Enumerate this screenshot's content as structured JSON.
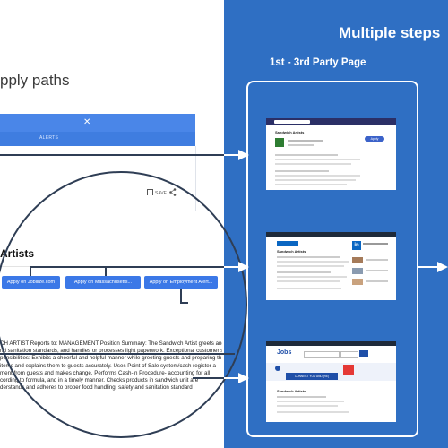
{
  "left": {
    "title": "pply paths",
    "alerts_label": "ALERTS",
    "save_label": "SAVE",
    "job_heading": "Artists",
    "apply_buttons": [
      "Apply on Jobilize.com",
      "Apply on Massachusetts...",
      "Apply on Employment Alert..."
    ],
    "description_lines": [
      "CH ARTIST Reports to: MANAGEMENT Position Summary: The Sandwich Artist greets and serv",
      "nd sanitation standards, and handles or processes light paperwork. Exceptional customer se",
      "ponsibilities: Exhibits a cheerful and helpful manner while greeting guests and preparing th",
      "items and explains them to guests accurately. Uses Point of Sale system/cash register a",
      "ment from guests and makes change. Performs Cash-in Procedure- accounting for all",
      "cording to formula, and in a timely manner. Checks products in sandwich unit are",
      "derstands and adheres to proper food handling, safety and sanitation standard"
    ]
  },
  "right": {
    "title": "Multiple steps",
    "subtitle": "1st - 3rd Party Page",
    "thumb1": {
      "title": "Sandwich Artists",
      "button": "Apply"
    },
    "thumb2": {
      "title": "Sandwich Artists"
    },
    "thumb3": {
      "brand": "Jobs",
      "banner": "CONNECT YOU AND (RE)",
      "title": "Sandwich Artists"
    }
  },
  "colors": {
    "blue_pane": "#2f6fc3",
    "search_blue": "#4a86e8",
    "button_blue": "#3b78e7",
    "connector": "#2f3e55"
  },
  "icons": [
    "close-icon",
    "bookmark-icon",
    "share-icon",
    "arrow-right-icon"
  ]
}
